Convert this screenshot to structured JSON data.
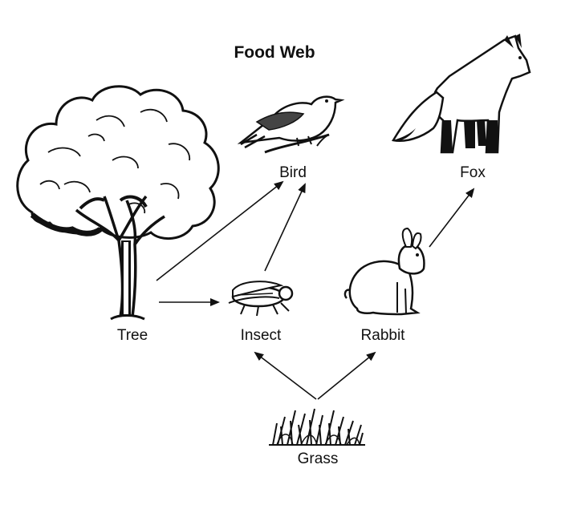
{
  "title": "Food Web",
  "organisms": {
    "tree": "Tree",
    "bird": "Bird",
    "fox": "Fox",
    "insect": "Insect",
    "rabbit": "Rabbit",
    "grass": "Grass"
  },
  "arrows": [
    {
      "from": "Tree",
      "to": "Bird"
    },
    {
      "from": "Tree",
      "to": "Insect"
    },
    {
      "from": "Insect",
      "to": "Bird"
    },
    {
      "from": "Grass",
      "to": "Insect"
    },
    {
      "from": "Grass",
      "to": "Rabbit"
    },
    {
      "from": "Rabbit",
      "to": "Fox"
    }
  ],
  "colors": {
    "ink": "#111111",
    "background": "#ffffff"
  }
}
